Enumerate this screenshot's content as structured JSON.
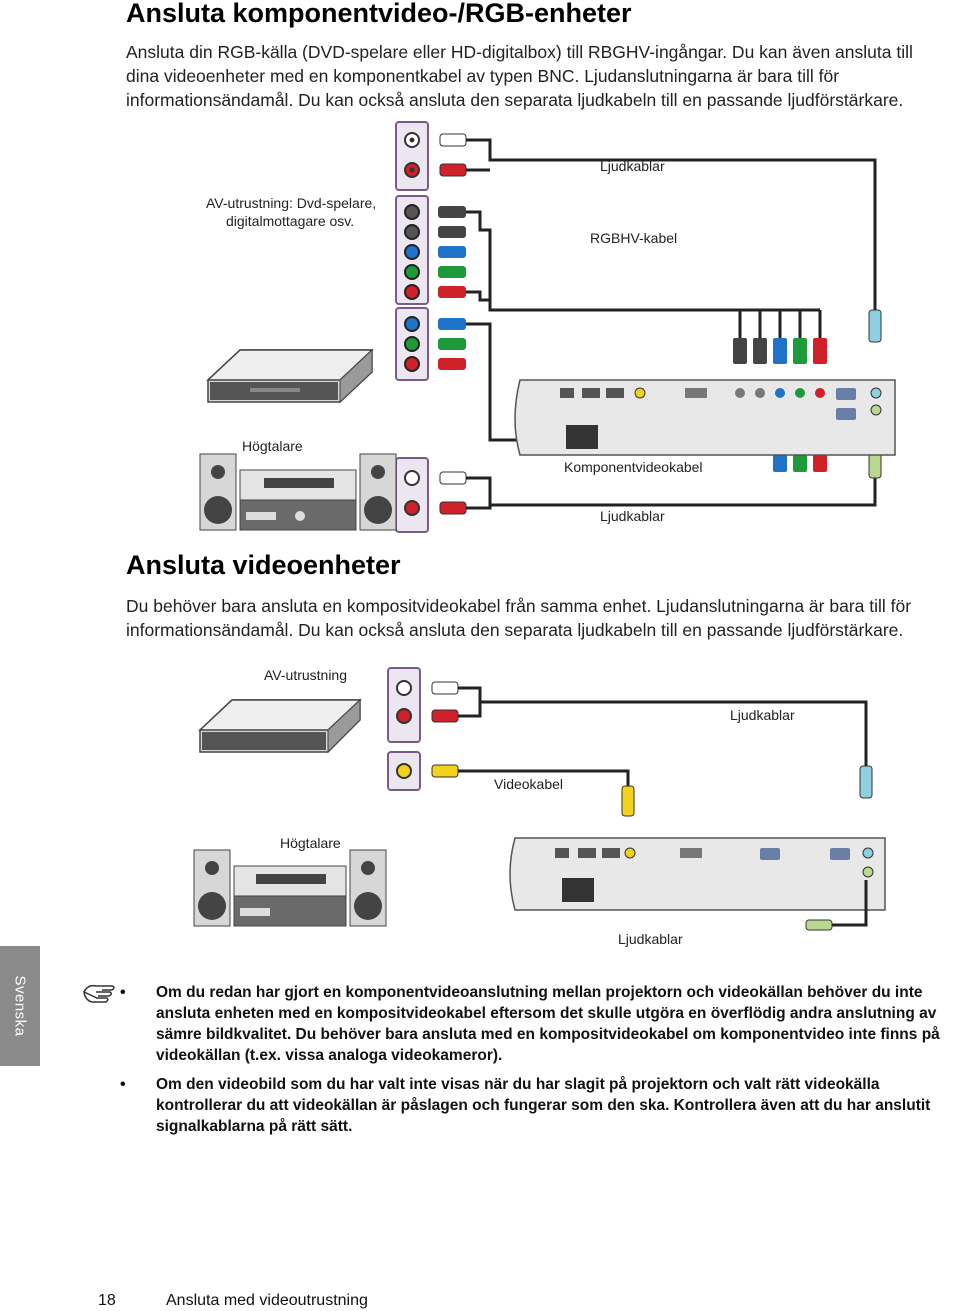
{
  "section1": {
    "title": "Ansluta komponentvideo-/RGB-enheter",
    "paragraph": "Ansluta din RGB-källa (DVD-spelare eller HD-digitalbox) till RBGHV-ingångar. Du kan även ansluta till dina videoenheter med en komponentkabel av typen BNC. Ljudanslutningarna är bara till för informationsändamål. Du kan också ansluta den separata ljudkabeln till en passande ljudförstärkare.",
    "diagram": {
      "av_equipment_label_line1": "AV-utrustning: Dvd-spelare,",
      "av_equipment_label_line2": "digitalmottagare osv.",
      "audio_cables_top": "Ljudkablar",
      "rgbhv_cable": "RGBHV-kabel",
      "speakers": "Högtalare",
      "component_cable": "Komponentvideokabel",
      "audio_cables_bottom": "Ljudkablar"
    }
  },
  "section2": {
    "title": "Ansluta videoenheter",
    "paragraph": "Du behöver bara ansluta en kompositvideokabel från samma enhet. Ljudanslutningarna är bara till för informationsändamål. Du kan också ansluta den separata ljudkabeln till en passande ljudförstärkare.",
    "diagram": {
      "av_equipment": "AV-utrustning",
      "audio_cables_top": "Ljudkablar",
      "video_cable": "Videokabel",
      "speakers": "Högtalare",
      "audio_cables_bottom": "Ljudkablar"
    }
  },
  "side_tab": "Svenska",
  "notes": [
    "Om du redan har gjort en komponentvideoanslutning mellan projektorn och videokällan behöver du inte ansluta enheten med en kompositvideokabel eftersom det skulle utgöra en överflödig andra anslutning av sämre bildkvalitet. Du behöver bara ansluta med en kompositvideokabel om komponentvideo inte finns på videokällan (t.ex. vissa analoga videokameror).",
    "Om den videobild som du har valt inte visas när du har slagit på projektorn och valt rätt videokälla kontrollerar du att videokällan är påslagen och fungerar som den ska. Kontrollera även att du har anslutit signalkablarna på rätt sätt."
  ],
  "footer": {
    "page_number": "18",
    "chapter": "Ansluta med videoutrustning"
  },
  "colors": {
    "cable_red": "#d0202a",
    "cable_green": "#1e9a3a",
    "cable_blue": "#1e73c8",
    "cable_yellow": "#f2d21a",
    "jack_panel": "#ece6f0",
    "jack_panel_border": "#7a5a86"
  }
}
